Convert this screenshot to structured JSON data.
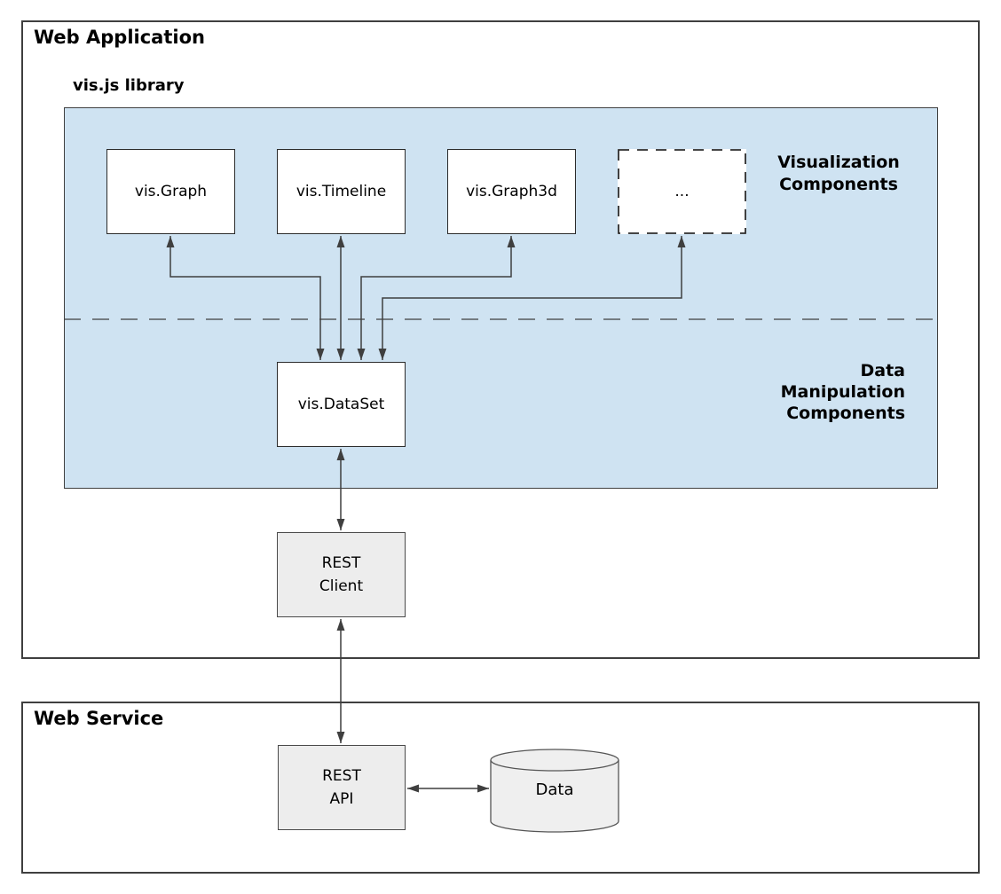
{
  "colors": {
    "library_panel_blue": "#cfe3f2",
    "service_box_gray": "#ededed",
    "connector_dark_gray": "#3f3f3f"
  },
  "web_application": {
    "title": "Web Application",
    "library": {
      "title": "vis.js library",
      "visualization_label": {
        "line1": "Visualization",
        "line2": "Components"
      },
      "data_manipulation_label": {
        "line1": "Data",
        "line2": "Manipulation",
        "line3": "Components"
      },
      "components": [
        {
          "label": "vis.Graph"
        },
        {
          "label": "vis.Timeline"
        },
        {
          "label": "vis.Graph3d"
        },
        {
          "label": "..."
        }
      ],
      "dataset": {
        "label": "vis.DataSet"
      }
    },
    "rest_client": {
      "line1": "REST",
      "line2": "Client"
    }
  },
  "web_service": {
    "title": "Web Service",
    "rest_api": {
      "line1": "REST",
      "line2": "API"
    },
    "data_store": {
      "label": "Data"
    }
  }
}
